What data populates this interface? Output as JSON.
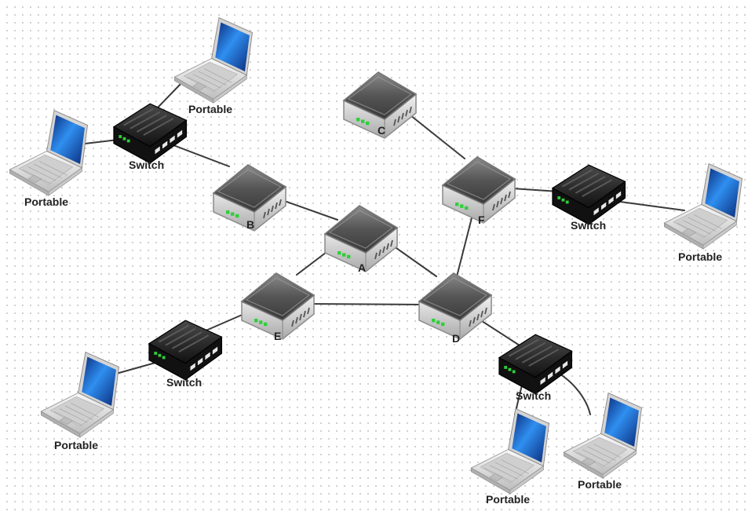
{
  "routers": {
    "a": {
      "label": "A"
    },
    "b": {
      "label": "B"
    },
    "c": {
      "label": "C"
    },
    "d": {
      "label": "D"
    },
    "e": {
      "label": "E"
    },
    "f": {
      "label": "F"
    }
  },
  "switches": {
    "nw": {
      "label": "Switch"
    },
    "ne": {
      "label": "Switch"
    },
    "sw": {
      "label": "Switch"
    },
    "se": {
      "label": "Switch"
    }
  },
  "laptops": {
    "nw_top": {
      "label": "Portable"
    },
    "nw_left": {
      "label": "Portable"
    },
    "ne": {
      "label": "Portable"
    },
    "sw": {
      "label": "Portable"
    },
    "se_left": {
      "label": "Portable"
    },
    "se_right": {
      "label": "Portable"
    }
  },
  "colors": {
    "link": "#3a3a3a",
    "router_top": "#5a5a5a",
    "router_body": "#cfcfcf",
    "switch_body": "#1e1e1e",
    "laptop_screen": "#1a5fd0",
    "laptop_body": "#e6e6e6",
    "status_led": "#2fcf3a"
  }
}
